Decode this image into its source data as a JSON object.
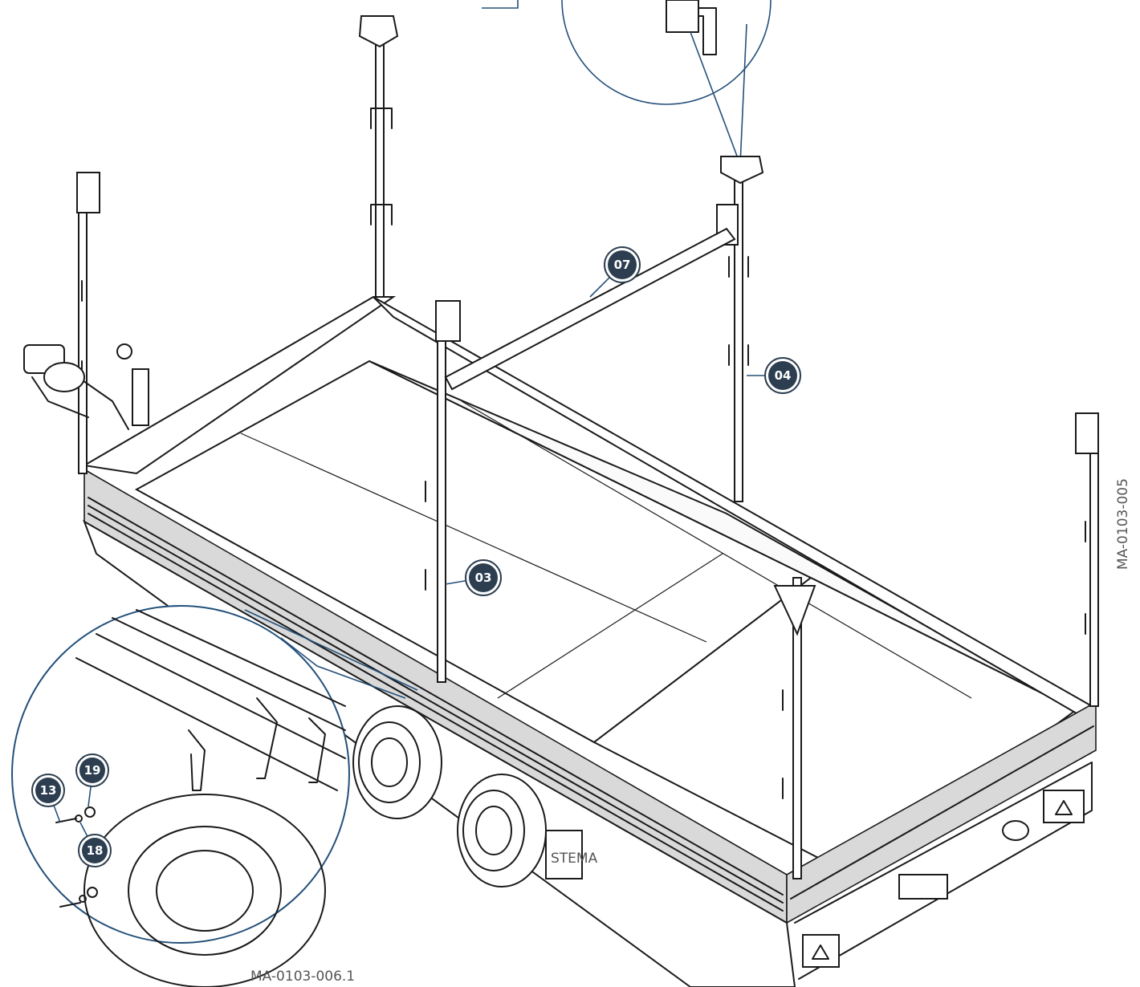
{
  "drawing": {
    "side_reference": "MA-0103-005",
    "bottom_reference": "MA-0103-006.1",
    "brand_mark": "STEMA",
    "colors": {
      "badge_fill": "#2c3e50",
      "leader_line": "#24507a",
      "line_art": "#1a1a1a"
    }
  },
  "callouts": [
    {
      "id": "03",
      "label": "03",
      "part": "upright-post"
    },
    {
      "id": "04",
      "label": "04",
      "part": "upright-post"
    },
    {
      "id": "07",
      "label": "07",
      "part": "cross-bar"
    },
    {
      "id": "13",
      "label": "13",
      "part": "bolt"
    },
    {
      "id": "18",
      "label": "18",
      "part": "spring-washer"
    },
    {
      "id": "19",
      "label": "19",
      "part": "flat-washer"
    }
  ]
}
